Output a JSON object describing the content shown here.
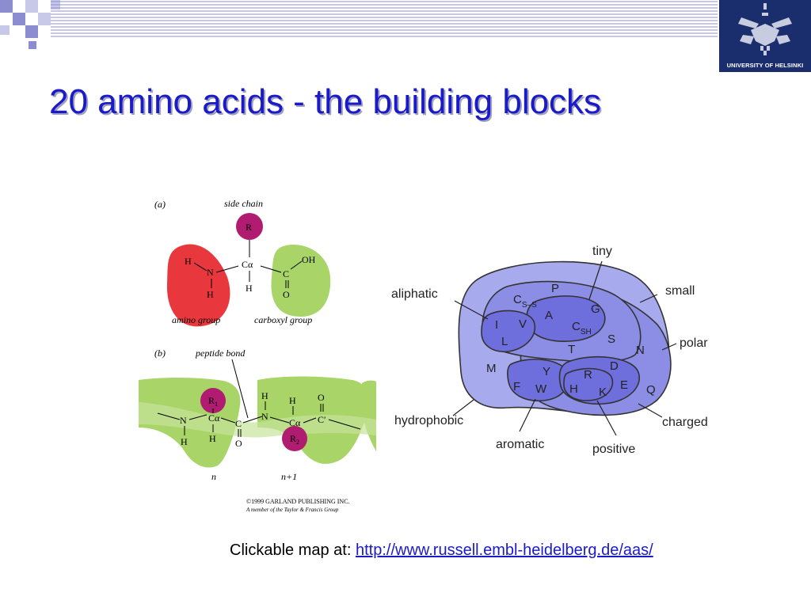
{
  "header": {
    "logo_text": "UNIVERSITY OF HELSINKI",
    "logo_icon": "helsinki-star-icon",
    "brand_color": "#1a2e6e",
    "accent_color": "#1a1ac8",
    "decoration_color": "#8c8cd0"
  },
  "slide": {
    "title": "20 amino acids - the building blocks"
  },
  "figure_a": {
    "panel_label": "(a)",
    "side_chain_label": "side chain",
    "r_label": "R",
    "h1": "H",
    "n": "N",
    "h2": "H",
    "ca": "Cα",
    "h3": "H",
    "c": "C",
    "oh": "OH",
    "o": "O",
    "amino_group_label": "amino group",
    "carboxyl_group_label": "carboxyl group",
    "amino_color": "#e8383e",
    "carboxyl_color": "#a8d468",
    "side_chain_color": "#b01c70"
  },
  "figure_b": {
    "panel_label": "(b)",
    "peptide_bond_label": "peptide bond",
    "r1": "R",
    "r1_sub": "1",
    "r2": "R",
    "r2_sub": "2",
    "n1": "N",
    "h_n1": "H",
    "ca1": "Cα",
    "h_ca1": "H",
    "c1": "C",
    "o1": "O",
    "h_n2": "H",
    "n2": "N",
    "h_ca2": "H",
    "ca2": "Cα",
    "c2": "C′",
    "o2": "O",
    "label_n": "n",
    "label_n1": "n+1",
    "copyright_line1": "©1999 GARLAND PUBLISHING INC.",
    "copyright_line2": "A member of the Taylor & Francis Group"
  },
  "venn": {
    "labels": {
      "tiny": "tiny",
      "small": "small",
      "aliphatic": "aliphatic",
      "polar": "polar",
      "hydrophobic": "hydrophobic",
      "charged": "charged",
      "aromatic": "aromatic",
      "positive": "positive"
    },
    "residues": {
      "P": "P",
      "C_ss": "C",
      "ss_sub": "S–S",
      "G": "G",
      "A": "A",
      "V": "V",
      "I": "I",
      "L": "L",
      "C_sh": "C",
      "sh_sub": "SH",
      "S": "S",
      "T": "T",
      "N": "N",
      "M": "M",
      "D": "D",
      "R": "R",
      "Y": "Y",
      "E": "E",
      "Q": "Q",
      "F": "F",
      "W": "W",
      "H": "H",
      "K": "K"
    },
    "colors": {
      "outer": "#a8aaee",
      "mid": "#8c8ee6",
      "inner": "#6e6edc"
    }
  },
  "caption": {
    "prefix": "Clickable map at: ",
    "link_text": "http://www.russell.embl-heidelberg.de/aas/"
  }
}
